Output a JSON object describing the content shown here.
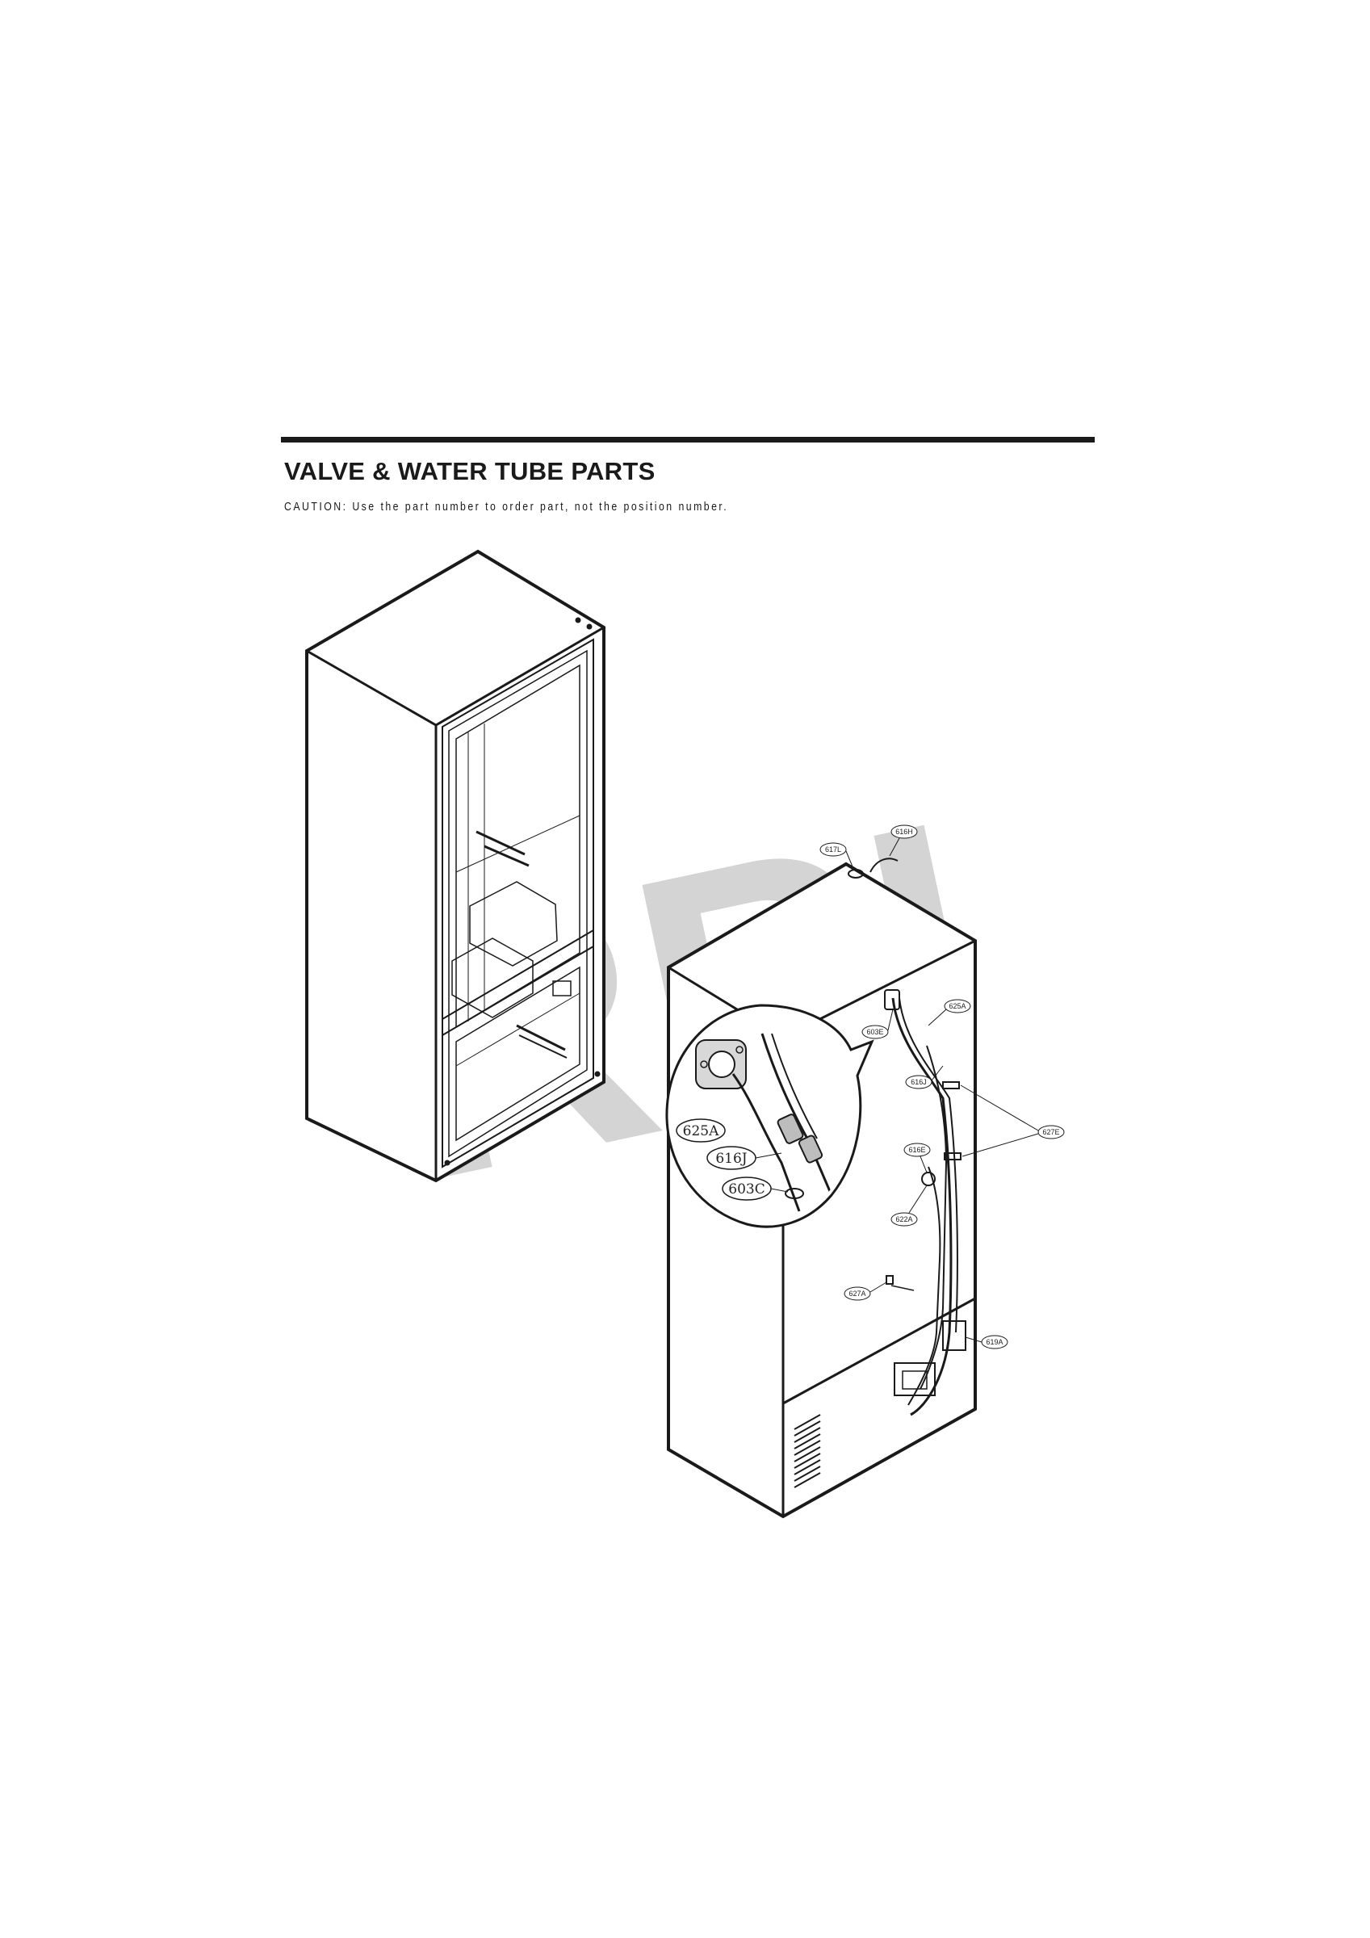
{
  "header": {
    "title": "VALVE & WATER TUBE PARTS",
    "caution": "CAUTION: Use the part number to order part, not the position number."
  },
  "watermark": {
    "text": "RPI",
    "color": "#cfcfcf"
  },
  "callouts": {
    "detail": [
      "625A",
      "616J",
      "603C"
    ],
    "main": [
      "617L",
      "616H",
      "625A",
      "603E",
      "616J",
      "627E",
      "616E",
      "622A",
      "627A",
      "619A"
    ]
  }
}
